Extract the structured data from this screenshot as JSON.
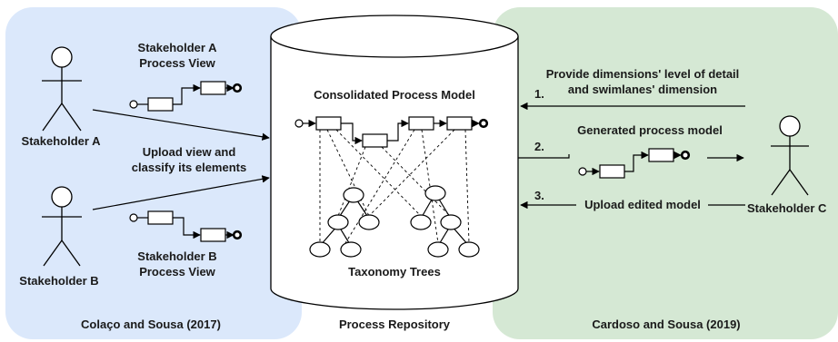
{
  "colors": {
    "left_panel": "#dbe8fb",
    "right_panel": "#d5e8d4",
    "stroke": "#000000",
    "text": "#1a1a1a"
  },
  "left_panel": {
    "caption": "Colaço and Sousa (2017)",
    "stakeholder_a": "Stakeholder A",
    "stakeholder_b": "Stakeholder B",
    "view_a_line1": "Stakeholder A",
    "view_a_line2": "Process View",
    "view_b_line1": "Stakeholder B",
    "view_b_line2": "Process View",
    "upload_line1": "Upload view and",
    "upload_line2": "classify its elements"
  },
  "repository": {
    "caption": "Process Repository",
    "model_title": "Consolidated Process Model",
    "trees_title": "Taxonomy Trees"
  },
  "right_panel": {
    "caption": "Cardoso and Sousa (2019)",
    "stakeholder_c": "Stakeholder C",
    "step1_number": "1.",
    "step1_line1": "Provide dimensions' level of detail",
    "step1_line2": "and swimlanes' dimension",
    "step2_number": "2.",
    "step2_label": "Generated process model",
    "step3_number": "3.",
    "step3_label": "Upload edited model"
  }
}
